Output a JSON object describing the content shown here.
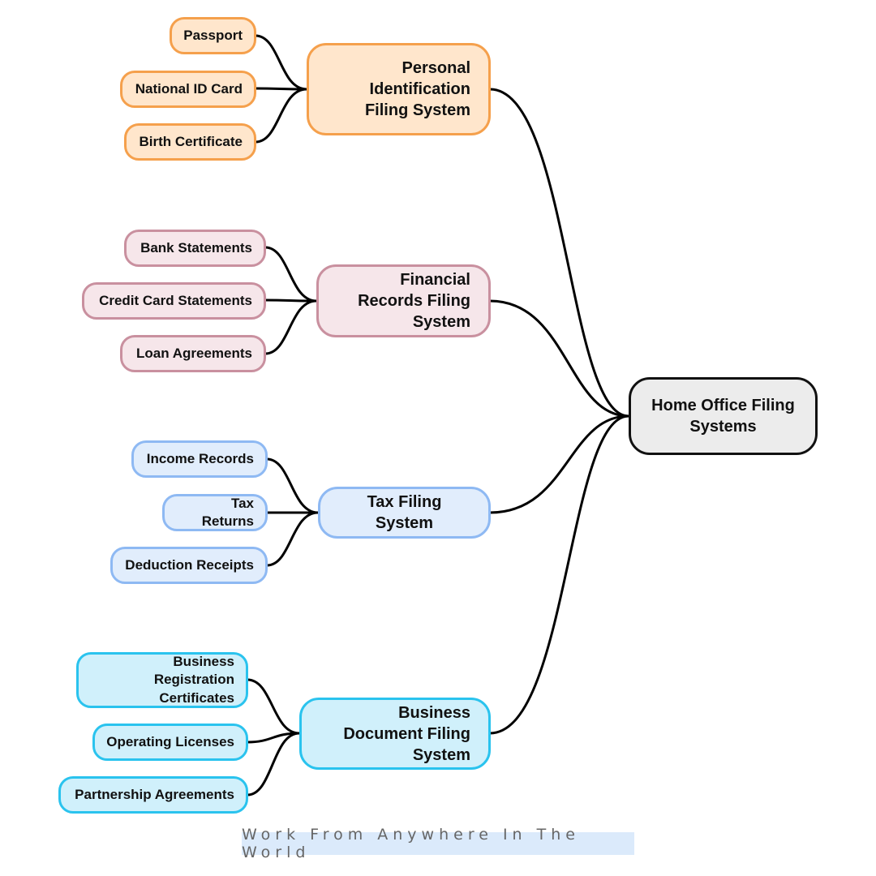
{
  "root": {
    "label": "Home Office Filing Systems"
  },
  "branches": [
    {
      "label": "Personal Identification Filing System",
      "leaves": [
        "Passport",
        "National ID Card",
        "Birth Certificate"
      ]
    },
    {
      "label": "Financial Records Filing System",
      "leaves": [
        "Bank Statements",
        "Credit Card Statements",
        "Loan Agreements"
      ]
    },
    {
      "label": "Tax Filing System",
      "leaves": [
        "Income Records",
        "Tax Returns",
        "Deduction Receipts"
      ]
    },
    {
      "label": "Business Document Filing System",
      "leaves": [
        "Business Registration Certificates",
        "Operating Licenses",
        "Partnership Agreements"
      ]
    }
  ],
  "colors": {
    "orange_fill": "#ffe6cc",
    "orange_border": "#f5a04c",
    "pink_fill": "#f6e6ea",
    "pink_border": "#c9909f",
    "blue_fill": "#e1edfc",
    "blue_border": "#8eb9f3",
    "cyan_fill": "#d0f0fb",
    "cyan_border": "#2ac3ee",
    "root_fill": "#ececec",
    "connector": "#000000"
  },
  "footer": {
    "text": "Work From Anywhere In The World"
  }
}
